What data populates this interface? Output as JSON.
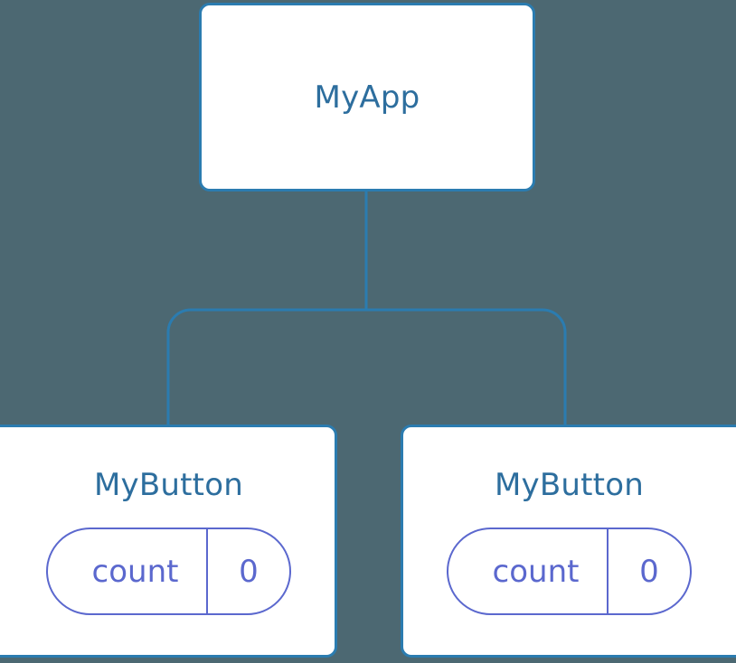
{
  "diagram": {
    "type": "component-tree",
    "background_color": "#4c6872",
    "node_border_color": "#2b7cb0",
    "node_title_color": "#2d6e9e",
    "state_color": "#5b68ce",
    "edge_color": "#2b7cb0",
    "root": {
      "title": "MyApp"
    },
    "children": [
      {
        "title": "MyButton",
        "state_key": "count",
        "state_value": "0"
      },
      {
        "title": "MyButton",
        "state_key": "count",
        "state_value": "0"
      }
    ]
  }
}
